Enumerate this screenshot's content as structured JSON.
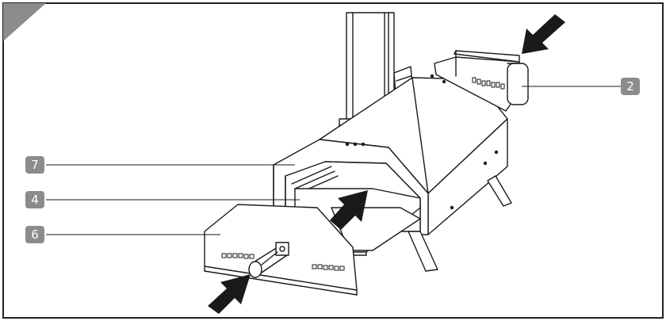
{
  "callouts": [
    {
      "id": "callout-2",
      "label": "2",
      "part": "chimney-vent"
    },
    {
      "id": "callout-7",
      "label": "7",
      "part": "oven-opening-frame"
    },
    {
      "id": "callout-4",
      "label": "4",
      "part": "pizza-stone"
    },
    {
      "id": "callout-6",
      "label": "6",
      "part": "oven-door"
    }
  ],
  "colors": {
    "callout_fill": "#8c8c8c",
    "corner_tab": "#8c8c8c",
    "line_art": "#1a1a1a",
    "frame_border": "#222222"
  },
  "arrows": [
    {
      "name": "arrow-insert-vent",
      "direction": "down-left"
    },
    {
      "name": "arrow-insert-stone",
      "direction": "up-right"
    },
    {
      "name": "arrow-insert-burner",
      "direction": "up-right"
    }
  ]
}
